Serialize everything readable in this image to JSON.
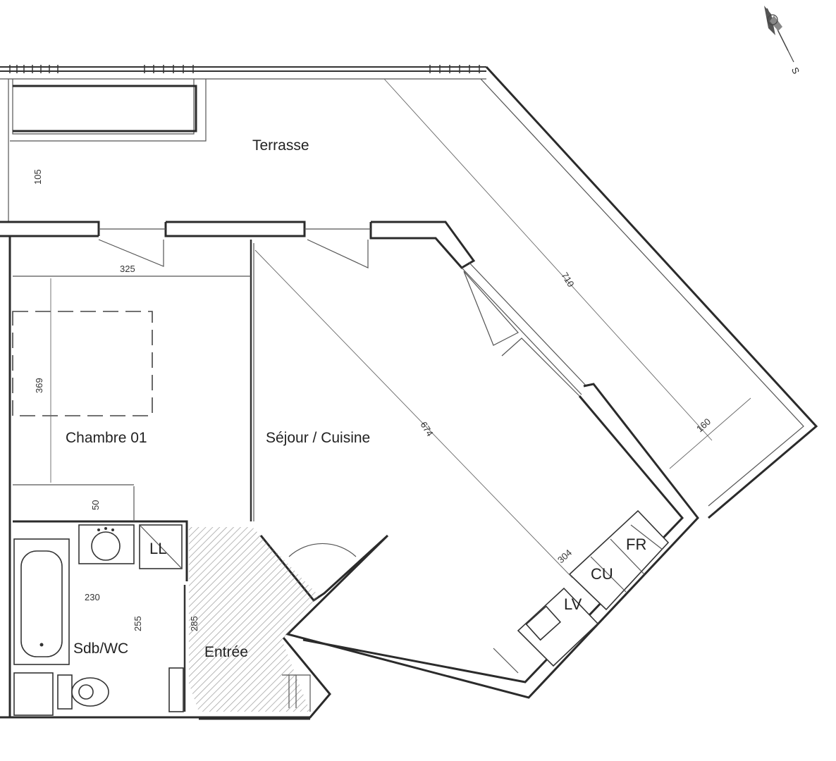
{
  "rooms": {
    "terrasse": "Terrasse",
    "chambre": "Chambre 01",
    "sejour": "Séjour / Cuisine",
    "sdb": "Sdb/WC",
    "entree": "Entrée"
  },
  "dimensions": {
    "d105": "105",
    "d325": "325",
    "d710": "710",
    "d369": "369",
    "d674": "674",
    "d160": "160",
    "d50": "50",
    "d304": "304",
    "d230": "230",
    "d255": "255",
    "d285": "285"
  },
  "appliances": {
    "fr": "FR",
    "cu": "CU",
    "lv": "LV",
    "ll": "LL"
  },
  "compass": {
    "direction": "S",
    "icon": "compass-icon"
  },
  "colors": {
    "wall": "#2b2b2b",
    "hatch": "#777777"
  }
}
